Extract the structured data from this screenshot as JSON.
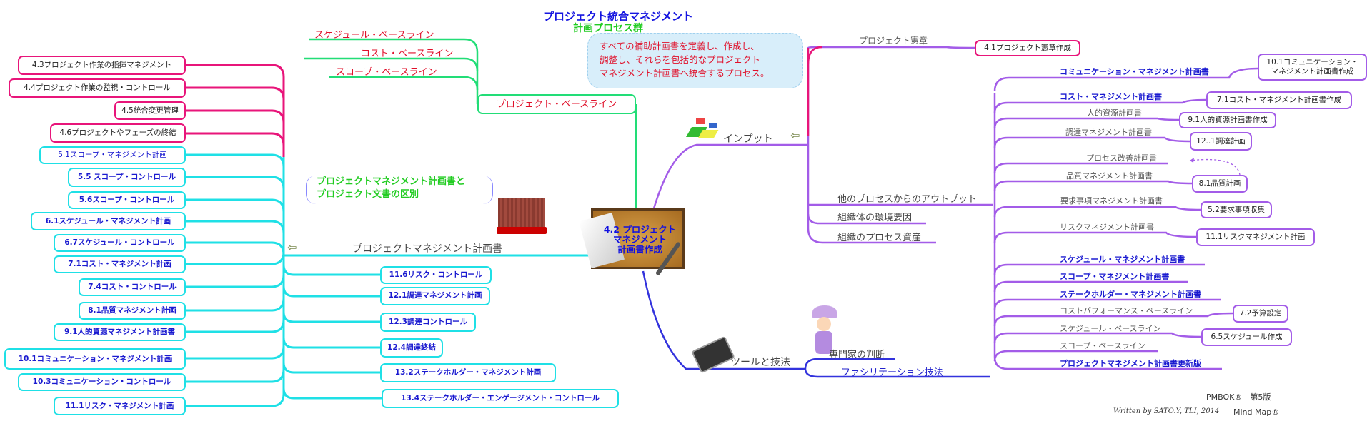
{
  "title": {
    "line1": "プロジェクト統合マネジメント",
    "line2": "計画プロセス群"
  },
  "description": [
    "すべての補助計画書を定義し、作成し、",
    "調整し、それらを包括的なプロジェクト",
    "マネジメント計画書へ統合するプロセス。"
  ],
  "central": {
    "line1": "4.2 プロジェクト",
    "line2": "マネジメント",
    "line3": "計画書作成"
  },
  "baseline": {
    "label": "プロジェクト・ベースライン",
    "items": [
      "スケジュール・ベースライン",
      "コスト・ベースライン",
      "スコープ・ベースライン"
    ]
  },
  "note": {
    "line1": "プロジェクトマネジメント計画書と",
    "line2": "プロジェクト文書の区別"
  },
  "pmplan": {
    "label": "プロジェクトマネジメント計画書",
    "left_pink": [
      "4.3プロジェクト作業の指揮マネジメント",
      "4.4プロジェクト作業の監視・コントロール",
      "4.5統合変更管理",
      "4.6プロジェクトやフェーズの終結"
    ],
    "left_cyan": [
      "5.1スコープ・マネジメント計画",
      "5.5 スコープ・コントロール",
      "5.6スコープ・コントロール",
      "6.1スケジュール・マネジメント計画",
      "6.7スケジュール・コントロール",
      "7.1コスト・マネジメント計画",
      "7.4コスト・コントロール",
      "8.1品質マネジメント計画",
      "9.1人的資源マネジメント計画書",
      "10.1コミュニケーション・マネジメント計画",
      "10.3コミュニケーション・コントロール",
      "11.1リスク・マネジメント計画"
    ],
    "right_cyan": [
      "11.6リスク・コントロール",
      "12.1調達マネジメント計画",
      "12.3調達コントロール",
      "12.4調達終結",
      "13.2ステークホルダー・マネジメント計画",
      "13.4ステークホルダー・エンゲージメント・コントロール"
    ]
  },
  "inputs": {
    "label": "インプット",
    "charter": {
      "label": "プロジェクト憲章",
      "box": "4.1プロジェクト憲章作成"
    },
    "other_outputs": "他のプロセスからのアウトプット",
    "eef": "組織体の環境要因",
    "opa": "組織のプロセス資産",
    "plans": [
      {
        "label": "コミュニケーション・マネジメント計画書",
        "box": "10.1コミュニケーション・マネジメント計画書作成"
      },
      {
        "label": "コスト・マネジメント計画書",
        "box": "7.1コスト・マネジメント計画書作成"
      },
      {
        "label": "人的資源計画書",
        "box": "9.1人的資源計画書作成"
      },
      {
        "label": "調達マネジメント計画書",
        "box": "12..1調達計画"
      },
      {
        "label": "プロセス改善計画書"
      },
      {
        "label": "品質マネジメント計画書",
        "box": "8.1品質計画"
      },
      {
        "label": "要求事項マネジメント計画書",
        "box": "5.2要求事項収集"
      },
      {
        "label": "リスクマネジメント計画書",
        "box": "11.1リスクマネジメント計画"
      },
      {
        "label": "スケジュール・マネジメント計画書"
      },
      {
        "label": "スコープ・マネジメント計画書"
      },
      {
        "label": "ステークホルダー・マネジメント計画書"
      },
      {
        "label": "コストパフォーマンス・ベースライン",
        "box": "7.2予算設定"
      },
      {
        "label": "スケジュール・ベースライン",
        "box": "6.5スケジュール作成"
      },
      {
        "label": "スコープ・ベースライン"
      },
      {
        "label": "プロジェクトマネジメント計画書更新版"
      }
    ]
  },
  "tools": {
    "label": "ツールと技法",
    "items": [
      "専門家の判断",
      "ファシリテーション技法"
    ]
  },
  "footer": {
    "edition": "PMBOK®　第5版",
    "signature": "Written by SATO.Y, TLI, 2014",
    "brand": "Mind Map®"
  },
  "colors": {
    "pink": "#e8157a",
    "cyan": "#1fe0e6",
    "green": "#22dd77",
    "purple": "#a35ce8",
    "blue": "#3333dd"
  }
}
